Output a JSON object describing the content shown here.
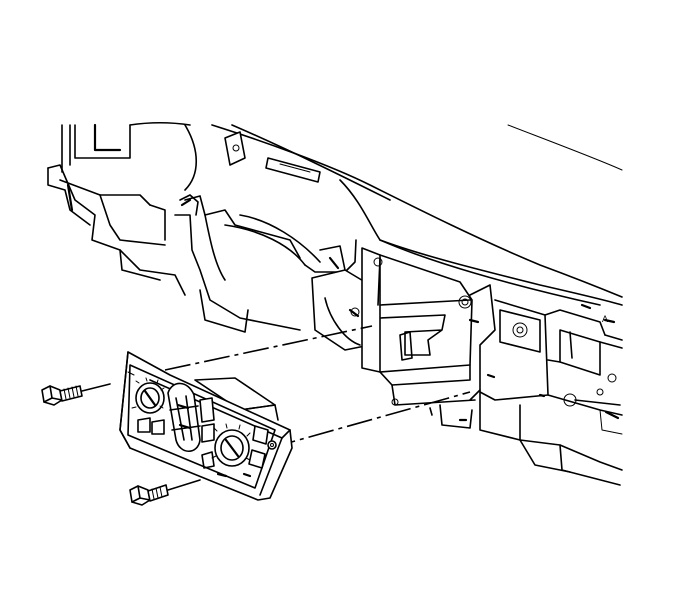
{
  "diagram": {
    "colors": {
      "line": "#000000",
      "background": "#ffffff"
    },
    "components": [
      {
        "id": "instrument-panel-carrier"
      },
      {
        "id": "hvac-control-module"
      },
      {
        "id": "mounting-bolt-upper"
      },
      {
        "id": "mounting-bolt-lower"
      },
      {
        "id": "alignment-line-upper"
      },
      {
        "id": "alignment-line-lower"
      }
    ],
    "panel_text": "A"
  }
}
